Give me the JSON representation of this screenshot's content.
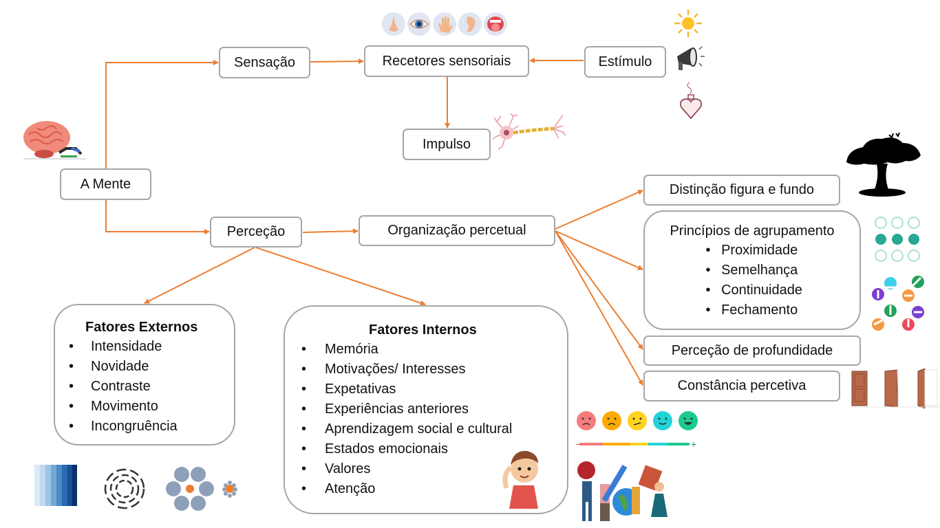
{
  "colors": {
    "arrow": "#ED7D31",
    "box_border": "#A6A6A6",
    "text": "#111111"
  },
  "nodes": {
    "mente": "A Mente",
    "sensacao": "Sensação",
    "recetores": "Recetores sensoriais",
    "estimulo": "Estímulo",
    "impulso": "Impulso",
    "percecao": "Perceção",
    "organizacao": "Organização percetual",
    "figura_fundo": "Distinção figura e fundo",
    "agrupamento": {
      "title": "Princípios de agrupamento",
      "items": [
        "Proximidade",
        "Semelhança",
        "Continuidade",
        "Fechamento"
      ]
    },
    "profundidade": "Perceção de profundidade",
    "constancia": "Constância percetiva",
    "externos": {
      "title": "Fatores Externos",
      "items": [
        "Intensidade",
        "Novidade",
        "Contraste",
        "Movimento",
        "Incongruência"
      ]
    },
    "internos": {
      "title": "Fatores Internos",
      "items": [
        "Memória",
        "Motivações/ Interesses",
        "Expetativas",
        "Experiências anteriores",
        "Aprendizagem social e cultural",
        "Estados emocionais",
        "Valores",
        "Atenção"
      ]
    }
  },
  "bullet": "•",
  "illustrations": {
    "senses": [
      "nose-icon",
      "eye-icon",
      "hand-icon",
      "ear-icon",
      "tongue-icon"
    ],
    "stimuli": [
      "sun-icon",
      "megaphone-icon",
      "perfume-icon"
    ],
    "emotion_scale": {
      "minus": "−",
      "plus": "+",
      "faces": [
        "#F47C7C",
        "#FFAA00",
        "#FFD21F",
        "#22D3D8",
        "#1CC98E"
      ]
    }
  }
}
